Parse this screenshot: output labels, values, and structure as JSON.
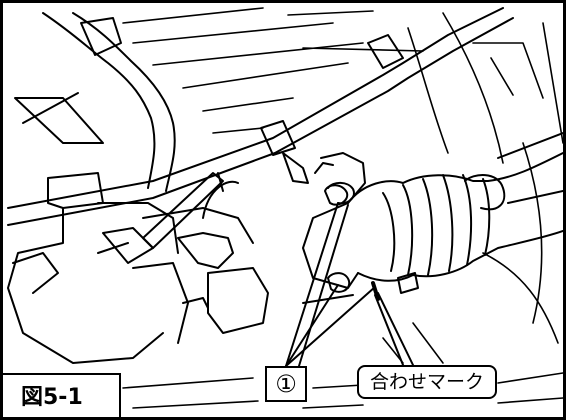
{
  "figure": {
    "label": "図5-1",
    "callout_number": "①",
    "callout_label": "合わせマーク"
  },
  "colors": {
    "line": "#000000",
    "background": "#ffffff"
  }
}
